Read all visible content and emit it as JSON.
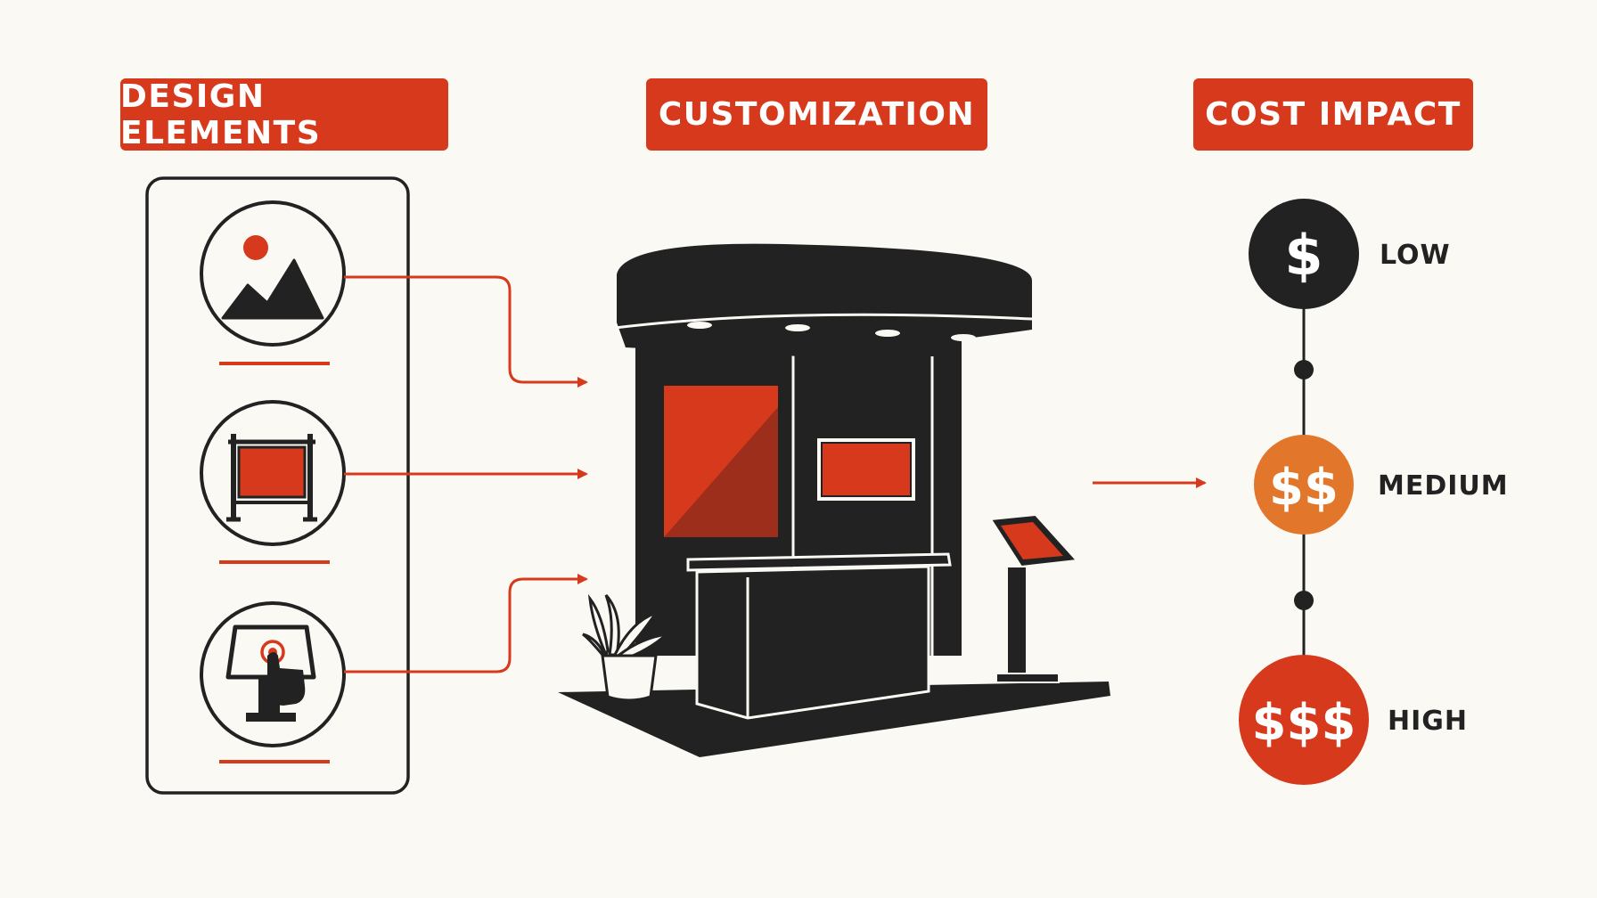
{
  "headers": {
    "design_elements": "DESIGN ELEMENTS",
    "customization": "CUSTOMIZATION",
    "cost_impact": "COST IMPACT"
  },
  "cost_levels": [
    {
      "symbol": "$",
      "label": "LOW",
      "color": "#222222"
    },
    {
      "symbol": "$$",
      "label": "MEDIUM",
      "color": "#e2772b"
    },
    {
      "symbol": "$$$",
      "label": "HIGH",
      "color": "#d6391b"
    }
  ],
  "design_icons": [
    "image-graphics-icon",
    "banner-display-icon",
    "touchscreen-kiosk-icon"
  ],
  "colors": {
    "accent": "#d6391b",
    "orange": "#e2772b",
    "dark": "#222222",
    "background": "#fbf9f4"
  }
}
